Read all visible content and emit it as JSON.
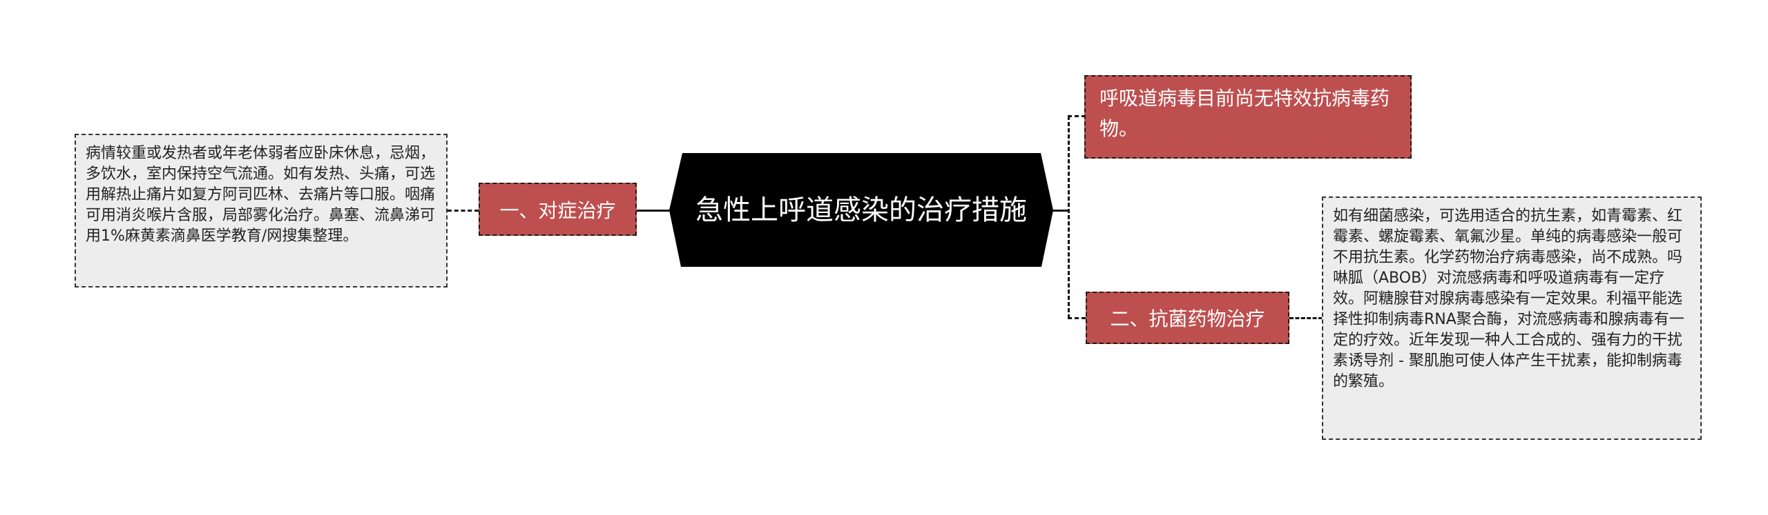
{
  "mindmap": {
    "root": {
      "label": "急性上呼道感染的治疗措施"
    },
    "left": {
      "topic": {
        "label": "一、对症治疗"
      },
      "note": {
        "text": "病情较重或发热者或年老体弱者应卧床休息，忌烟，多饮水，室内保持空气流通。如有发热、头痛，可选用解热止痛片如复方阿司匹林、去痛片等口服。咽痛可用消炎喉片含服，局部雾化治疗。鼻塞、流鼻涕可用1%麻黄素滴鼻医学教育/网搜集整理。"
      }
    },
    "right": [
      {
        "topic": {
          "label": "呼吸道病毒目前尚无特效抗病毒药物。"
        }
      },
      {
        "topic": {
          "label": "二、抗菌药物治疗"
        },
        "note": {
          "text": "如有细菌感染，可选用适合的抗生素，如青霉素、红霉素、螺旋霉素、氧氟沙星。单纯的病毒感染一般可不用抗生素。化学药物治疗病毒感染，尚不成熟。吗啉胍（ABOB）对流感病毒和呼吸道病毒有一定疗效。阿糖腺苷对腺病毒感染有一定效果。利福平能选择性抑制病毒RNA聚合酶，对流感病毒和腺病毒有一定的疗效。近年发现一种人工合成的、强有力的干扰素诱导剂 - 聚肌胞可使人体产生干扰素，能抑制病毒的繁殖。"
        }
      }
    ],
    "colors": {
      "root_fill": "#000000",
      "topic_fill": "#BE4F4F",
      "note_fill": "#EDEDED",
      "line": "#111111"
    }
  }
}
